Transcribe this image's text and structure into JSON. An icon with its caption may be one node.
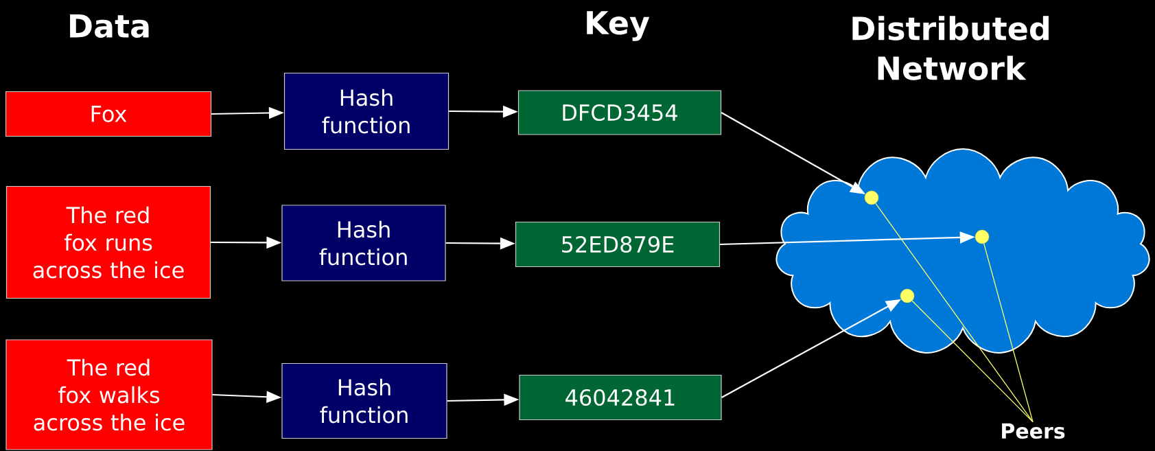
{
  "diagram": {
    "nodes": [
      {
        "text": [
          "Fox"
        ]
      },
      {
        "text": [
          "The red fox runs across the ice"
        ]
      },
      {
        "text": [
          "The red fox walks across the ice"
        ]
      },
      {
        "text": [
          "Hash function"
        ]
      },
      {
        "text": [
          "Hash function"
        ]
      },
      {
        "text": [
          "Hash function"
        ]
      },
      {
        "text": [
          "DFCD3454"
        ]
      },
      {
        "text": [
          "52ED879E"
        ]
      },
      {
        "text": [
          "46042841"
        ]
      },
      {
        "text": [],
        "shape": "cloud"
      },
      {
        "text": [],
        "shape": "circle",
        "in": 9
      },
      {
        "text": [],
        "shape": "circle",
        "in": 9
      },
      {
        "text": [],
        "shape": "circle",
        "in": 9
      },
      {
        "text": [
          "Peers"
        ]
      }
    ],
    "edges": [
      {
        "from": 0,
        "to": 3,
        "arrow": "to"
      },
      {
        "from": 3,
        "to": 6,
        "arrow": "to"
      },
      {
        "from": 1,
        "to": 4,
        "arrow": "to"
      },
      {
        "from": 4,
        "to": 7,
        "arrow": "to"
      },
      {
        "from": 2,
        "to": 5,
        "arrow": "to"
      },
      {
        "from": 5,
        "to": 8,
        "arrow": "to"
      },
      {
        "from": 6,
        "to": 10,
        "arrow": "to"
      },
      {
        "from": 7,
        "to": 11,
        "arrow": "to"
      },
      {
        "from": 8,
        "to": 12,
        "arrow": "to"
      },
      {
        "from": 13,
        "to": 10,
        "arrow": "none",
        "color": "#ffff66"
      },
      {
        "from": 13,
        "to": 11,
        "arrow": "none",
        "color": "#ffff66"
      },
      {
        "from": 13,
        "to": 12,
        "arrow": "none",
        "color": "#ffff66"
      }
    ],
    "labels": [
      "Data",
      "Key",
      "Distributed Network"
    ]
  }
}
